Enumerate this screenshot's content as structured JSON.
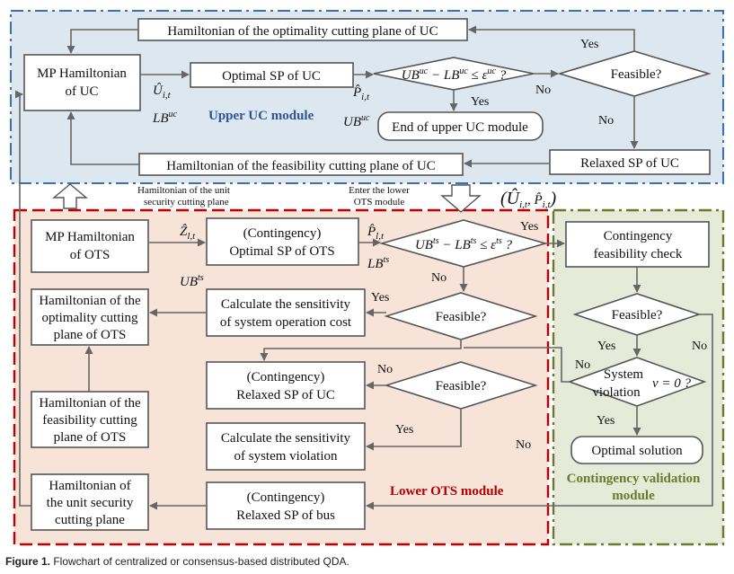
{
  "diagram": {
    "upper": {
      "title": "Upper UC module",
      "mp_line1": "MP Hamiltonian",
      "mp_line2": "of UC",
      "optimal_sp": "Optimal SP of UC",
      "cond_ub": "UB",
      "cond_sup_uc": "uc",
      "cond_minus": " − LB",
      "cond_le": " ≤ ε",
      "cond_q": " ?",
      "feasible": "Feasible?",
      "end": "End of upper UC module",
      "relaxed_sp": "Relaxed SP of UC",
      "opt_cut": "Hamiltonian of the optimality cutting plane of UC",
      "feas_cut": "Hamiltonian of the feasibility cutting plane of UC",
      "u_hat": "Û",
      "sub_it": "i,t",
      "p_hat": "P̂",
      "lb": "LB",
      "ub": "UB",
      "sup_uc": "uc"
    },
    "transfer": {
      "unit_sec_line1": "Hamiltonian of the unit",
      "unit_sec_line2": "security cutting plane",
      "enter_line1": "Enter the lower",
      "enter_line2": "OTS module",
      "tuple": "(Û",
      "tuple_sub1": "i,t",
      "tuple_mid": ", P̂",
      "tuple_sub2": "i,t",
      "tuple_end": ")"
    },
    "lower": {
      "title": "Lower OTS module",
      "mp_line1": "MP Hamiltonian",
      "mp_line2": "of OTS",
      "opt_sp_line1": "(Contingency)",
      "opt_sp_line2": "Optimal SP of OTS",
      "cond_sup_ts": "ts",
      "feasible": "Feasible?",
      "feasible2": "Feasible?",
      "sens_cost_line1": "Calculate the sensitivity",
      "sens_cost_line2": "of system operation cost",
      "opt_cut_line1": "Hamiltonian of the",
      "opt_cut_line2": "optimality cutting",
      "opt_cut_line3": "plane of OTS",
      "relaxed_uc_line1": "(Contingency)",
      "relaxed_uc_line2": "Relaxed SP of UC",
      "feas_cut_line1": "Hamiltonian of the",
      "feas_cut_line2": "feasibility cutting",
      "feas_cut_line3": "plane of OTS",
      "sens_viol_line1": "Calculate the sensitivity",
      "sens_viol_line2": "of system violation",
      "unit_sec_line1": "Hamiltonian of",
      "unit_sec_line2": "the unit security",
      "unit_sec_line3": "cutting plane",
      "relaxed_bus_line1": "(Contingency)",
      "relaxed_bus_line2": "Relaxed SP of bus",
      "z_hat": "Ẑ",
      "sub_lt": "l,t",
      "p_hat": "P̂",
      "ub": "UB",
      "lb": "LB",
      "sup_ts": "ts"
    },
    "cv": {
      "title_line1": "Contingency validation",
      "title_line2": "module",
      "check_line1": "Contingency",
      "check_line2": "feasibility check",
      "feasible": "Feasible?",
      "viol_line1": "System",
      "viol_line2": "violation",
      "viol_math": "v = 0 ?",
      "optimal": "Optimal solution"
    },
    "labels": {
      "yes": "Yes",
      "no": "No"
    }
  },
  "caption": {
    "figure_label": "Figure 1.",
    "text": " Flowchart of centralized or consensus-based distributed QDA."
  },
  "colors": {
    "upper_bg": "#dde7f0",
    "upper_border": "#3a6fb0",
    "lower_bg": "#f8e3d8",
    "lower_border": "#c00000",
    "cv_bg": "#e6ead8",
    "cv_border": "#6b7a2a"
  }
}
